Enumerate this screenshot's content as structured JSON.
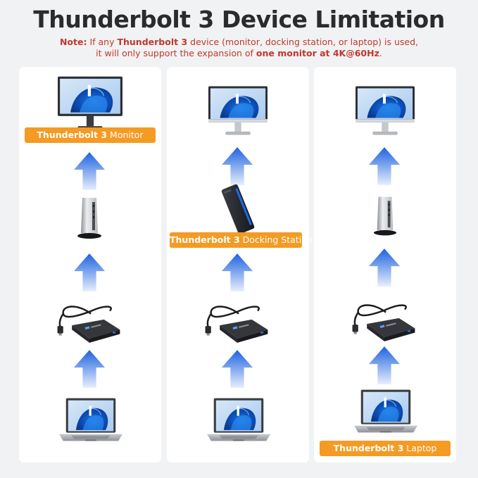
{
  "title": "Thunderbolt 3 Device Limitation",
  "note": {
    "prefix": "Note:",
    "t1": " If any ",
    "bold1": "Thunderbolt 3",
    "t2": " device (monitor, docking station, or laptop) is used,",
    "t3": "it will only support the expansion of ",
    "bold2": "one monitor at 4K@60Hz",
    "t4": "."
  },
  "colors": {
    "accent": "#f59a23",
    "note": "#c0392b",
    "arrow": "#1e63e0"
  },
  "columns": [
    {
      "label_bold": "Thunderbolt 3",
      "label_rest": " Monitor"
    },
    {
      "label_bold": "Thunderbolt 3",
      "label_rest": " Docking Station"
    },
    {
      "label_bold": "Thunderbolt 3",
      "label_rest": " Laptop"
    }
  ],
  "icons": [
    "monitor-icon",
    "dock-icon",
    "adapter-icon",
    "laptop-icon",
    "arrow-up-icon"
  ]
}
